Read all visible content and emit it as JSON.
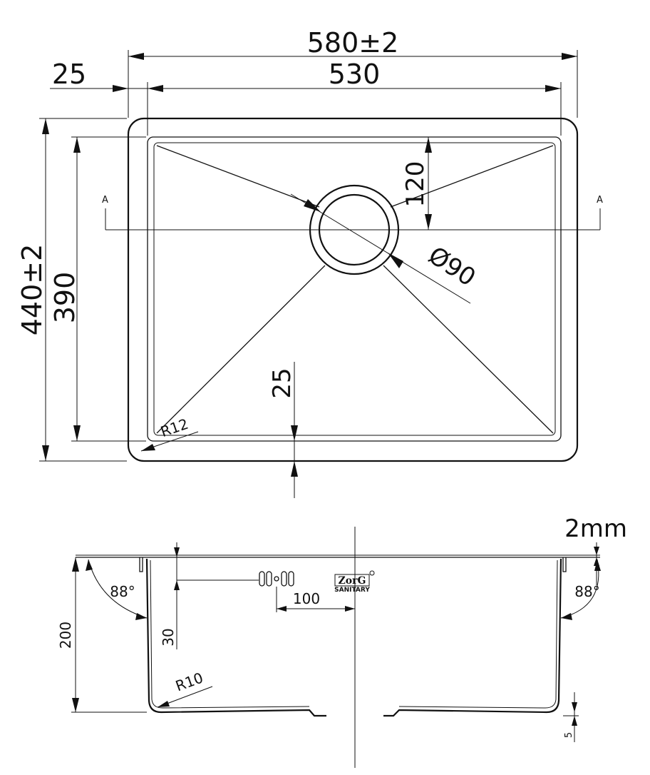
{
  "top_view": {
    "overall_width": "580±2",
    "inner_width": "530",
    "flange_offset": "25",
    "overall_depth": "440±2",
    "inner_depth": "390",
    "drain_offset": "120",
    "drain_diameter": "Ø90",
    "bottom_margin": "25",
    "corner_radius": "R12",
    "section_mark_left": "A",
    "section_mark_right": "A"
  },
  "side_view": {
    "thickness": "2mm",
    "angle_left": "88°",
    "angle_right": "88°",
    "height": "200",
    "overflow_height": "30",
    "overflow_offset": "100",
    "bottom_radius": "R10",
    "bottom_gap": "5",
    "brand_name": "ZorG",
    "brand_sub": "SANITARY"
  }
}
